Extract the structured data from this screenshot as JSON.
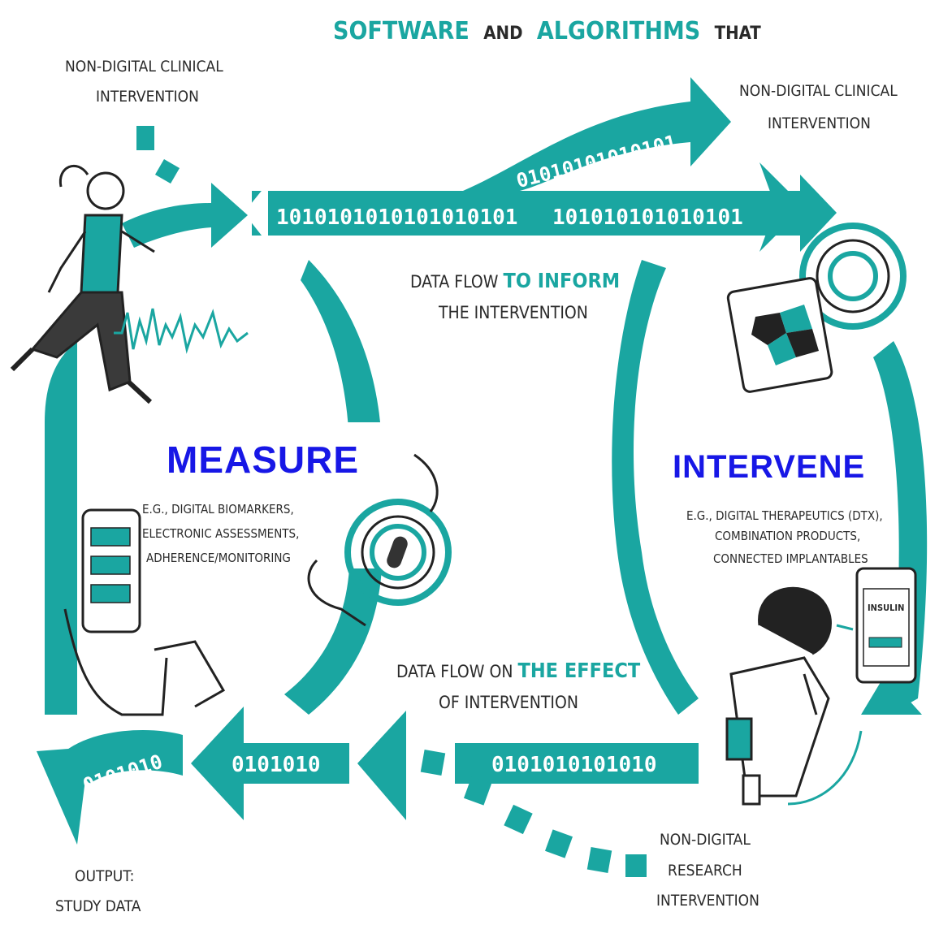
{
  "colors": {
    "teal": "#1aa6a1",
    "label_blue": "#1717e6",
    "ink": "#2a2a2a"
  },
  "header": {
    "part1": "SOFTWARE",
    "part2": "AND",
    "part3": "ALGORITHMS",
    "part4": "THAT"
  },
  "labels": {
    "nondigital_left_l1": "NON-DIGITAL CLINICAL",
    "nondigital_left_l2": "INTERVENTION",
    "nondigital_right_l1": "NON-DIGITAL CLINICAL",
    "nondigital_right_l2": "INTERVENTION",
    "inform_p1": "DATA FLOW ",
    "inform_p2": "TO INFORM",
    "inform_l2": "THE INTERVENTION",
    "effect_p1": "DATA FLOW ON ",
    "effect_p2": "THE EFFECT",
    "effect_l2": "OF INTERVENTION",
    "research_l1": "NON-DIGITAL",
    "research_l2": "RESEARCH",
    "research_l3": "INTERVENTION",
    "output_l1": "OUTPUT:",
    "output_l2": "STUDY DATA"
  },
  "measure": {
    "title": "MEASURE",
    "ex_l1": "E.G., DIGITAL BIOMARKERS,",
    "ex_l2": "ELECTRONIC ASSESSMENTS,",
    "ex_l3": "ADHERENCE/MONITORING"
  },
  "intervene": {
    "title": "INTERVENE",
    "ex_l1": "E.G., DIGITAL THERAPEUTICS (DTX),",
    "ex_l2": "COMBINATION PRODUCTS,",
    "ex_l3": "CONNECTED IMPLANTABLES"
  },
  "binary": {
    "top_main": "1010101010101010101",
    "top_upper": "01010101010101",
    "top_right": "101010101010101",
    "bottom_right": "0101010101010",
    "bottom_mid": "0101010",
    "bottom_out": "0101010"
  },
  "phone": {
    "insulin_label": "INSULIN"
  },
  "icons": [
    "runner-illustration",
    "heartbeat-icon",
    "phone-checklist-icon",
    "pill-sensor-icon",
    "tablet-puzzle-icon",
    "insulin-phone-icon",
    "person-devices-illustration"
  ]
}
